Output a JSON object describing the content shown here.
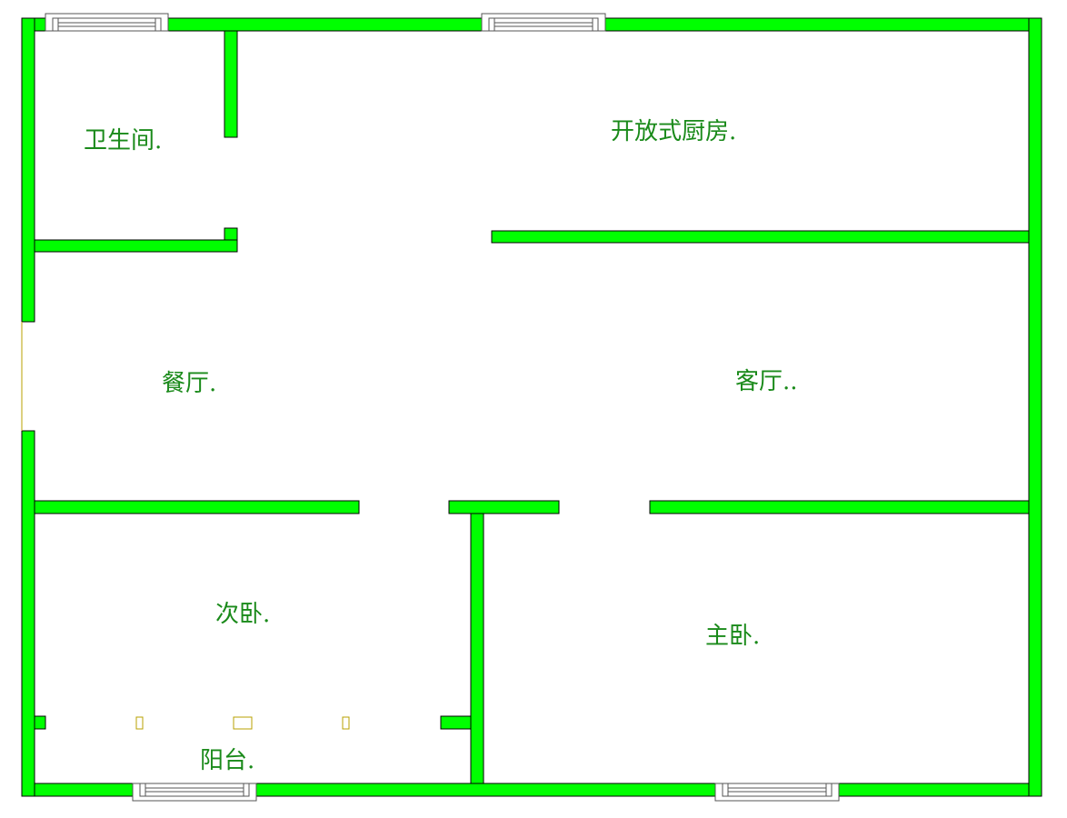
{
  "colors": {
    "wall": "#00ff00",
    "wall_outline": "#000000",
    "label": "#1a8a1a",
    "window_frame": "#555555",
    "fixture_outline": "#b8a000"
  },
  "rooms": [
    {
      "id": "bathroom",
      "label": "卫生间."
    },
    {
      "id": "kitchen",
      "label": "开放式厨房."
    },
    {
      "id": "dining",
      "label": "餐厅."
    },
    {
      "id": "living",
      "label": "客厅.."
    },
    {
      "id": "second_bedroom",
      "label": "次卧."
    },
    {
      "id": "master_bedroom",
      "label": "主卧."
    },
    {
      "id": "balcony",
      "label": "阳台."
    }
  ]
}
